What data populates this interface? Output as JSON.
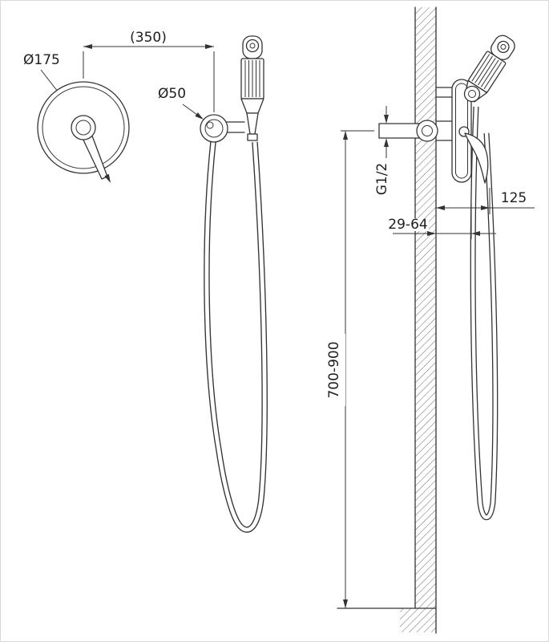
{
  "drawing": {
    "type": "technical-installation-drawing",
    "subject": "hygienic hand shower with concealed mixer, front and side views",
    "labels": {
      "plate_diameter": "Ø175",
      "center_distance": "(350)",
      "holder_diameter": "Ø50",
      "inlet_thread": "G1/2",
      "wall_offset": "125",
      "mount_depth": "29-64",
      "install_height": "700-900"
    },
    "colors": {
      "line": "#333333",
      "hatch": "#6b6b6b",
      "background": "#ffffff"
    }
  }
}
